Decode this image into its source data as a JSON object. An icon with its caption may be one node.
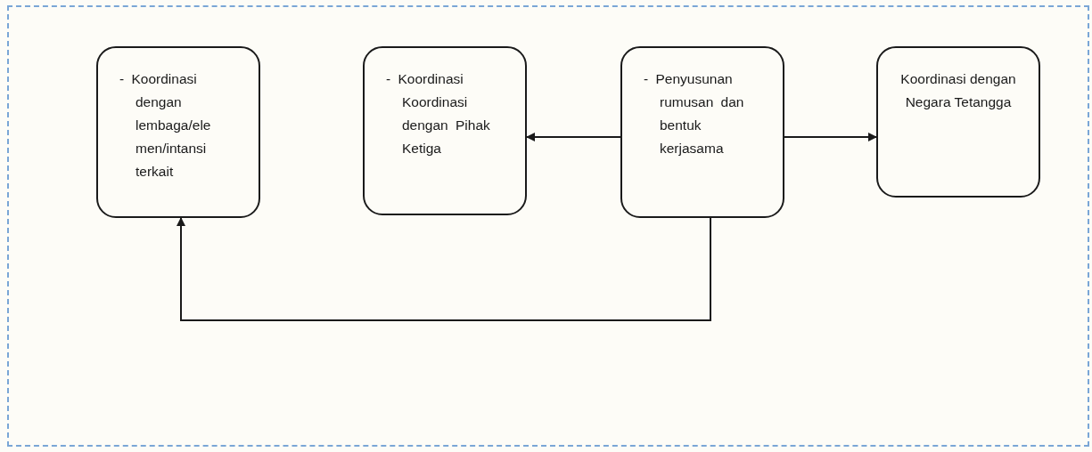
{
  "diagram": {
    "nodes": [
      {
        "text": [
          "- Koordinasi dengan lembaga/ele men/intansi terkait"
        ]
      },
      {
        "text": [
          "- Koordinasi Koordinasi dengan Pihak Ketiga"
        ]
      },
      {
        "text": [
          "- Penyusunan rumusan dan bentuk kerjasama"
        ]
      },
      {
        "text": [
          "Koordinasi dengan Negara Tetangga"
        ]
      }
    ],
    "edges": [
      {
        "from": 2,
        "to": 1,
        "arrow": "to"
      },
      {
        "from": 2,
        "to": 3,
        "arrow": "to"
      },
      {
        "from": 2,
        "to": 0,
        "arrow": "to"
      }
    ]
  }
}
